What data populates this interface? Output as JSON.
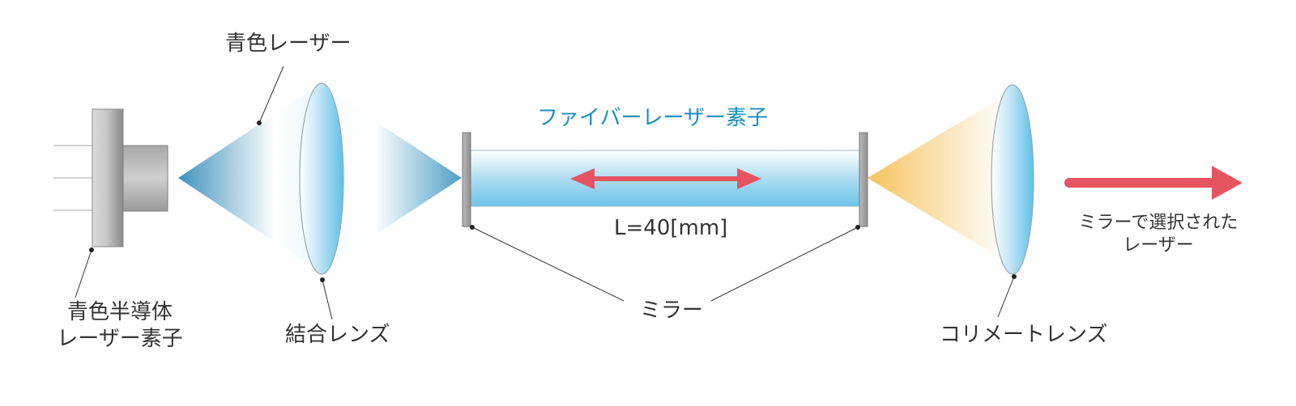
{
  "labels": {
    "blue_laser": "青色レーザー",
    "laser_diode_line1": "青色半導体",
    "laser_diode_line2": "レーザー素子",
    "coupling_lens": "結合レンズ",
    "fiber_element": "ファイバーレーザー素子",
    "length": "L=40[mm]",
    "mirror": "ミラー",
    "collimating_lens": "コリメートレンズ",
    "output_line1": "ミラーで選択された",
    "output_line2": "レーザー"
  },
  "colors": {
    "blue_beam": "#4a9ec4",
    "fiber": "#8fd0ef",
    "output_beam": "#f6c35e",
    "arrow": "#e65461",
    "fiber_label": "#1a8fbd",
    "text": "#333333"
  }
}
